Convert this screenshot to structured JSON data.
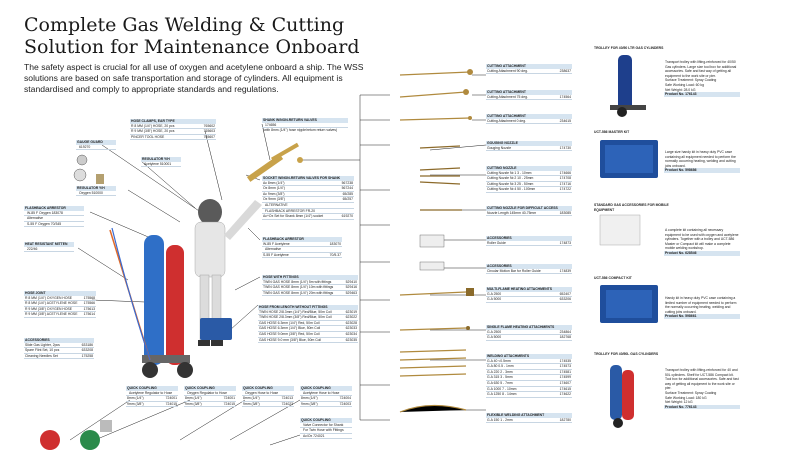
{
  "title": "Complete Gas Welding & Cutting Solution for Maintenance Onboard",
  "intro": "The safety aspect is crucial for all use of oxygen and acetylene onboard a ship. The WSS solutions are based on safe transportation and storage of cylinders. All equipment is standardised and comply to appropriate standards and regulations.",
  "gauge_guard": {
    "h": "GAUGE GUARD",
    "rows": [
      [
        "619270",
        ""
      ]
    ]
  },
  "hose_clamps": {
    "h": "HOSE CLAMPS, EAR TYPE",
    "rows": [
      [
        "R 8 MM (1/4\") HOSE, 20 pcs",
        "765602"
      ],
      [
        "R 9 MM (3/8\") HOSE, 20 pcs",
        "765603"
      ],
      [
        "PINCER TOOL HOSE",
        "765607"
      ]
    ]
  },
  "shank": {
    "h": "SHANK W/NON-RETURN VALVES",
    "rows": [
      [
        "174656",
        ""
      ]
    ],
    "note": "(with 8mm (1/4\") hose nipple/retum return valves)"
  },
  "regulator_ac": {
    "h": "REGULATOR Y/H",
    "rows": [
      [
        "Acetylene 510001",
        ""
      ]
    ]
  },
  "regulator_ox": {
    "h": "REGULATOR Y/H",
    "rows": [
      [
        "Oxygen 510000",
        ""
      ]
    ]
  },
  "socket_nrv": {
    "h": "SOCKET W/NON-RETURN VALVES FOR SHANK",
    "rows": [
      [
        "Ac 8mm (1/4\")",
        "567238"
      ],
      [
        "Ox 8mm (1/4\")",
        "567244"
      ],
      [
        "Ac 9mm (3/8\")",
        "65/285"
      ],
      [
        "Ox 9mm (3/8\")",
        "65/257"
      ],
      [
        "ALTERNATIVE",
        ""
      ],
      [
        "FLASHBACK ARRESTOR FR-20",
        ""
      ],
      [
        "Ac+Ox Set for Shank 8mm (1/4\") socket",
        "619270"
      ]
    ]
  },
  "flashback_l": {
    "h": "FLASHBACK ARRESTOR",
    "rows": [
      [
        "W-85 F Oxygen 183078",
        ""
      ],
      [
        "Alternative",
        ""
      ],
      [
        "S-55 F Oxygen 70/345",
        ""
      ]
    ]
  },
  "flashback_r": {
    "h": "FLASHBACK ARRESTOR",
    "rows": [
      [
        "W-85 F Acetylene",
        "183070"
      ],
      [
        "Alternative",
        ""
      ],
      [
        "S-55 F Acetylene",
        "70/5.37"
      ]
    ]
  },
  "mitten": {
    "h": "HEAT RESISTANT MITTEN",
    "rows": [
      [
        "222/46",
        ""
      ]
    ]
  },
  "hose_fittings": {
    "h": "HOSE WITH FITTINGS",
    "rows": [
      [
        "TWIN GAS HOSE 8mm (1/4\") 5m with fittings",
        "529410"
      ],
      [
        "TWIN GAS HOSE 8mm (1/4\") 10m with fittings",
        "529416"
      ],
      [
        "TWIN GAS HOSE 8mm (1/4\") 20m with fittings",
        "529463"
      ]
    ]
  },
  "hose_joint": {
    "h": "HOSE JOINT",
    "rows": [
      [
        "R 8 MM (1/4\") OXYGEN HOSE",
        "175568"
      ],
      [
        "R 8 MM (1/4\") ACETYLENE HOSE",
        "175566"
      ],
      [
        "R 9 MM (3/8\") OXYGEN HOSE",
        "175613"
      ],
      [
        "R 9 MM (3/8\") ACETYLENE HOSE",
        "175614"
      ]
    ]
  },
  "accessories_l": {
    "h": "ACCESSORIES",
    "rows": [
      [
        "Slide Gas Lighter, 2pcs",
        "633186"
      ],
      [
        "Spare Flint Set, 10 pcs",
        "633208"
      ],
      [
        "Cleaning Needles Set",
        "175258"
      ]
    ]
  },
  "hose_length": {
    "h": "HOSE FROM LENGTH WITHOUT FITTINGS",
    "rows": [
      [
        "TWIN HOSE 2/8.3mm (1/4\") Red/Blue, 50m Coil",
        "623019"
      ],
      [
        "TWIN HOSE 2/8.3mm (3/8\") Red/Blue, 50m Coil",
        "623022"
      ],
      [
        "GAS HOSE 6.3mm (1/4\") Red, 50m Coil",
        "623028"
      ],
      [
        "GAS HOSE 6.3mm (1/4\") Blue, 50m Coil",
        "623033"
      ],
      [
        "GAS HOSE 9.0mm (3/8\") Red, 50m Coil",
        "623034"
      ],
      [
        "GAS HOSE 9.0 mm (3/8\") Blue, 50m Coil",
        "623035"
      ]
    ]
  },
  "cutting90": {
    "h": "CUTTING ATTACHMENT",
    "rows": [
      [
        "Cutting Attachment 90 deg.",
        "238637"
      ]
    ]
  },
  "cutting75": {
    "h": "CUTTING ATTACHMENT",
    "rows": [
      [
        "Cutting Attachment 75 deg.",
        "174564"
      ]
    ]
  },
  "cutting0": {
    "h": "CUTTING ATTACHMENT",
    "rows": [
      [
        "Cutting Attachment 0 deg.",
        "234615"
      ]
    ]
  },
  "gouging": {
    "h": "GOUGING NOZZLE",
    "rows": [
      [
        "Gouging Nozzle",
        "174730"
      ]
    ]
  },
  "cutting_nozzle": {
    "h": "CUTTING NOZZLE",
    "rows": [
      [
        "Cutting Nozzle Nr.1  3 - 10mm",
        "174666"
      ],
      [
        "Cutting Nozzle Nr.2  10 - 25mm",
        "174708"
      ],
      [
        "Cutting Nozzle Nr.3  25 - 50mm",
        "174716"
      ],
      [
        "Cutting Nozzle Nr.4  50 - 100mm",
        "174722"
      ]
    ]
  },
  "difficult": {
    "h": "CUTTING NOZZLE FOR DIFFICULT ACCESS",
    "rows": [
      [
        "Nozzle Length 145mm  40-75mm",
        "183085"
      ]
    ]
  },
  "acc_roller": {
    "h": "ACCESSORIES",
    "rows": [
      [
        "Roller Guide",
        "174873"
      ]
    ]
  },
  "acc_circular": {
    "h": "ACCESSORIES",
    "rows": [
      [
        "Circular Motion Bar for Roller Guide",
        "174839"
      ]
    ]
  },
  "multi_flame": {
    "h": "MULTI-FLAME HEATING ATTACHMENTS",
    "rows": [
      [
        "G.A 2500",
        "652407"
      ],
      [
        "G.A 5000",
        "633206"
      ]
    ]
  },
  "single_flame": {
    "h": "SINGLE FLAME HEATING ATTACHMENTS",
    "rows": [
      [
        "G.A 2500",
        "234864"
      ],
      [
        "G.A 5000",
        "182768"
      ]
    ]
  },
  "welding": {
    "h": "WELDING ATTACHMENTS",
    "rows": [
      [
        "G.A 40  <0.5mm",
        "174535"
      ],
      [
        "G.A 80  0.5 - 1mm",
        "174573"
      ],
      [
        "G.A 220  2 - 3mm",
        "174581"
      ],
      [
        "G.A 315  3 - 5mm",
        "174599"
      ],
      [
        "G.A 630  5 - 7mm",
        "174607"
      ],
      [
        "G.A 1000  7 - 10mm",
        "174615"
      ],
      [
        "G.A 1250  8 - 14mm",
        "174622"
      ]
    ]
  },
  "flexible": {
    "h": "FLEXIBLE WELDING ATTACHMENT",
    "rows": [
      [
        "G.A 150  1 - 2mm",
        "182780"
      ]
    ]
  },
  "qc_ac": {
    "h": "QUICK COUPLING",
    "rows": [
      [
        "Acetylene Regulator to Hose",
        ""
      ],
      [
        "8mm (1/4\")",
        "724001"
      ],
      [
        "9mm (3/8\")",
        "724015"
      ]
    ]
  },
  "qc_ox": {
    "h": "QUICK COUPLING",
    "rows": [
      [
        "Oxygen Regulator to Hose",
        ""
      ],
      [
        "8mm (1/4\")",
        "724001"
      ],
      [
        "9mm (3/8\")",
        "724015"
      ]
    ]
  },
  "qc_oxh": {
    "h": "QUICK COUPLING",
    "rows": [
      [
        "Oxygen Hose to Hose",
        ""
      ],
      [
        "8mm (1/4\")",
        "724013"
      ],
      [
        "9mm (3/8\")",
        "724023"
      ]
    ]
  },
  "qc_ach": {
    "h": "QUICK COUPLING",
    "rows": [
      [
        "Acetylene Hose to Hose",
        ""
      ],
      [
        "8mm (1/4\")",
        "724004"
      ],
      [
        "9mm (3/8\")",
        "724003"
      ]
    ]
  },
  "qc_shank": {
    "h": "QUICK COUPLING",
    "rows": [
      [
        "Valve Connector for Shank",
        ""
      ],
      [
        "For Twin Hose with Fittings",
        ""
      ],
      [
        "Ac/Ox 724021",
        ""
      ]
    ]
  },
  "trolley_1": {
    "h": "TROLLEY FOR 40/50 LTR GAS CYLINDERS",
    "text": "Transport trolley with lifting-reinforced for 40/50 Gas cylinders. Large size tool box for additional accessories. Safe and fast way of getting all equipment to the work site or pier.",
    "text2": "Surface Treatment: Spray Coating",
    "text3": "Safe Working Load: 60 kg",
    "text4": "Net Weight: 28.0 kG",
    "pn": "Product No. 176143"
  },
  "ucc_kit": {
    "h": "UCT-586 MASTER KIT",
    "text": "Large size handy kit in heavy duty PVC case containing all equipment needed to perform the normally occurring heating, welding and cutting jobs onboard.",
    "pn": "Product No. 598686"
  },
  "std_gas": {
    "h": "STANDARD GAS ACCESSORIES FOR MOBILE EQUIPMENT",
    "text": "A complete kit containing all necessary equipment to be used with oxygen and acetylene cylinders. Together with a trolley and UCT-586 Master or Compact kit will make a complete mobile welding workshop.",
    "pn": "Product No. 628546"
  },
  "compact_kit": {
    "h": "UCT-586 COMPACT KIT",
    "text": "Handy kit in heavy duty PVC case containing a limited number of equipment needed to perform the normally occurring heating, welding and cutting jobs onboard.",
    "pn": "Product No. 598661"
  },
  "trolley_2": {
    "h": "TROLLEY FOR 40/50L GAS CYLINDERS",
    "text": "Transport trolley with lifting-reinforced for 40 and 50L cylinders. Shelf for UCT-586 Compact kit. Tool box for additional accessories. Safe and fast way of getting all equipment to the work site or pier.",
    "text2": "Surface Treatment: Spray Coating",
    "text3": "Safe Working Load: 180 kG",
    "text4": "Net Weight: 12 kG",
    "pn": "Product No. 776143"
  }
}
